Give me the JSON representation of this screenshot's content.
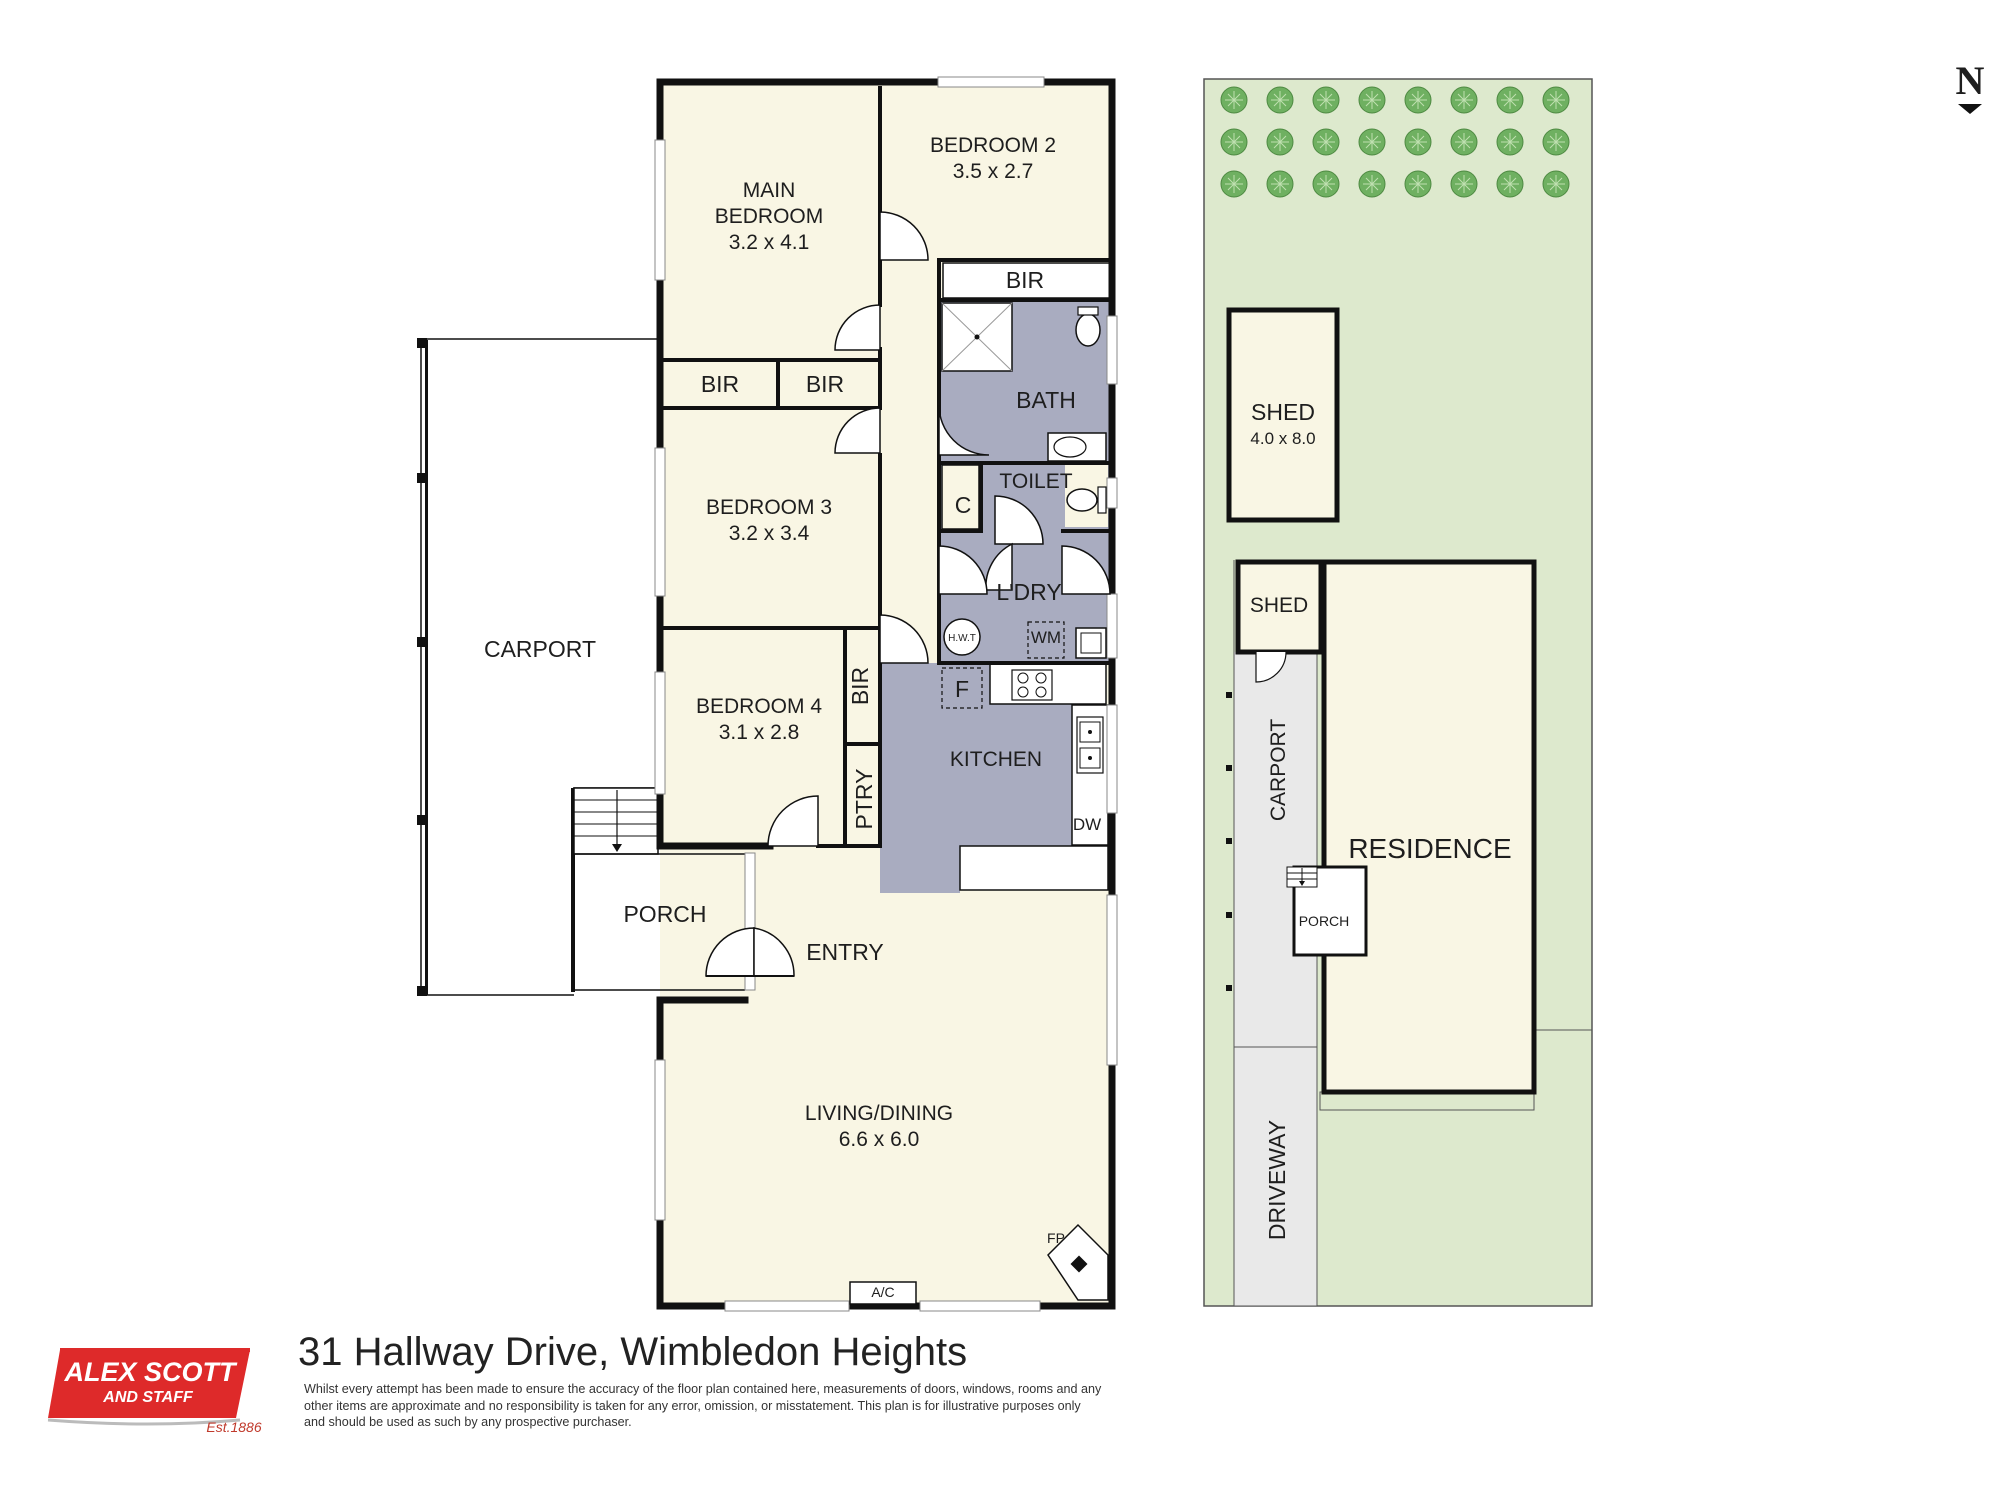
{
  "rooms": {
    "main_bedroom": {
      "line1": "MAIN",
      "line2": "BEDROOM",
      "dims": "3.2 x 4.1"
    },
    "bedroom2": {
      "name": "BEDROOM 2",
      "dims": "3.5 x 2.7"
    },
    "bedroom3": {
      "name": "BEDROOM 3",
      "dims": "3.2 x 3.4"
    },
    "bedroom4": {
      "name": "BEDROOM 4",
      "dims": "3.1 x 2.8"
    },
    "living": {
      "name": "LIVING/DINING",
      "dims": "6.6 x 6.0"
    },
    "bath": "BATH",
    "toilet": "TOILET",
    "laundry": "L'DRY",
    "kitchen": "KITCHEN",
    "entry": "ENTRY",
    "porch": "PORCH",
    "carport": "CARPORT",
    "bir": "BIR",
    "pantry": "PTRY",
    "cupboard": "C",
    "fridge": "F",
    "washing_machine": "WM",
    "hot_water": "H.W.T",
    "dishwasher": "DW",
    "fireplace": "FP",
    "air_con": "A/C"
  },
  "site": {
    "shed_main": {
      "name": "SHED",
      "dims": "4.0 x 8.0"
    },
    "shed_small": "SHED",
    "carport": "CARPORT",
    "residence": "RESIDENCE",
    "porch": "PORCH",
    "driveway": "DRIVEWAY"
  },
  "compass": "N",
  "footer": {
    "title": "31 Hallway Drive, Wimbledon Heights",
    "disclaimer": "Whilst every attempt has been made to ensure the accuracy of the floor plan contained here, measurements of doors, windows, rooms and any other items are approximate and no responsibility is taken for any error, omission, or misstatement. This plan is for illustrative purposes only and should be used as such by any prospective purchaser."
  },
  "logo": {
    "line1": "ALEX SCOTT",
    "line2": "AND STAFF",
    "est": "Est.1886"
  },
  "colors": {
    "room_fill": "#f9f6e4",
    "wet_area": "#a9acc0",
    "lawn": "#dde9cd",
    "tree": "#6fb061",
    "logo_red": "#de2a2a",
    "driveway": "#e9e9e9"
  }
}
